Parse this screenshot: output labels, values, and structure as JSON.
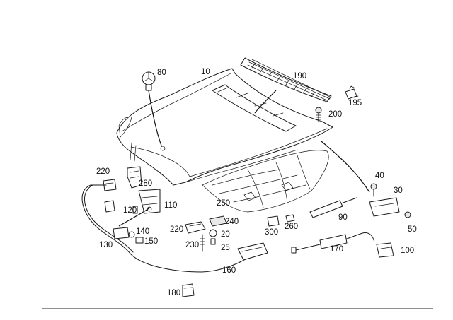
{
  "diagram": {
    "callouts": {
      "p10": "10",
      "p20": "20",
      "p25": "25",
      "p30": "30",
      "p40": "40",
      "p50": "50",
      "p80": "80",
      "p90": "90",
      "p100": "100",
      "p110": "110",
      "p120": "120",
      "p130": "130",
      "p140": "140",
      "p150": "150",
      "p160": "160",
      "p170": "170",
      "p180": "180",
      "p190": "190",
      "p195": "195",
      "p200": "200",
      "p220a": "220",
      "p220b": "220",
      "p230": "230",
      "p240": "240",
      "p250": "250",
      "p260": "260",
      "p280": "280",
      "p300": "300"
    },
    "colors": {
      "line": "#1a1a1a",
      "background": "#ffffff"
    }
  }
}
